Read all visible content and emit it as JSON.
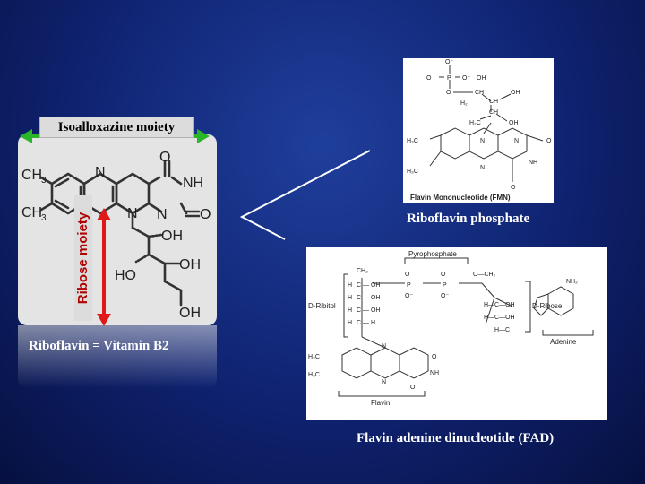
{
  "labels": {
    "isoalloxazine": "Isoalloxazine moiety",
    "ribose": "Ribose moiety",
    "riboflavin_caption": "Riboflavin = Vitamin B2",
    "riboflavin_phosphate": "Riboflavin phosphate",
    "fad_caption": "Flavin adenine dinucleotide (FAD)"
  },
  "fmn_figure": {
    "title": "Flavin Mononucleotide (FMN)"
  },
  "fad_figure": {
    "pyrophosphate": "Pyrophosphate",
    "ribitol": "D-Ribitol",
    "ribose": "D-Ribose",
    "adenine": "Adenine",
    "flavin": "Flavin"
  },
  "colors": {
    "background": "#0f2270",
    "green_arrow": "#2ab52a",
    "red_arrow": "#e01818",
    "caption_text": "#ffffff",
    "ribose_label": "#b00000"
  }
}
